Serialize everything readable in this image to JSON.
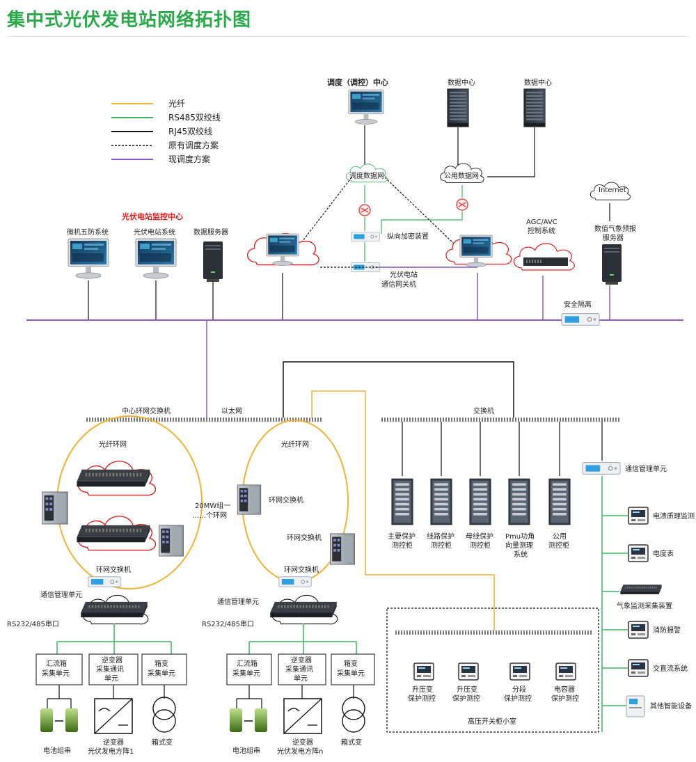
{
  "title": "集中式光伏发电站网络拓扑图",
  "legend": [
    {
      "label": "光纤",
      "color": "#f2b233",
      "style": "solid"
    },
    {
      "label": "RS485双绞线",
      "color": "#3db561",
      "style": "solid"
    },
    {
      "label": "RJ45双绞线",
      "color": "#111111",
      "style": "solid"
    },
    {
      "label": "原有调度方案",
      "color": "#111111",
      "style": "dashed"
    },
    {
      "label": "现调度方案",
      "color": "#8a5cc4",
      "style": "solid"
    }
  ],
  "top": {
    "dispatch_center": "调度（调控）中心",
    "data_center_1": "数据中心",
    "data_center_2": "数据中心",
    "dispatch_network": "调度数据网",
    "public_network": "公用数据网",
    "internet": "Internet",
    "encryption_device": "纵向加密装置",
    "gateway_line1": "光伏电站",
    "gateway_line2": "通信网关机",
    "agc_line1": "AGC/AVC",
    "agc_line2": "控制系统",
    "weather_line1": "数值气象预报",
    "weather_line2": "服务器",
    "security_isolation": "安全隔离"
  },
  "monitor_center": {
    "title": "光伏电站监控中心",
    "micro_system": "微机五防系统",
    "pv_system": "光伏电站系统",
    "data_server": "数据服务器"
  },
  "switches": {
    "center_ring_switch": "中心环网交换机",
    "ethernet": "以太网",
    "switch": "交换机"
  },
  "left_ring": {
    "fiber_ring": "光纤环网",
    "ring_switch": "环网交换机",
    "comm_unit": "通信管理单元",
    "serial_port": "RS232/485串口",
    "note_line1": "20MW组一",
    "note_line2": "……个环网"
  },
  "mid_ring": {
    "fiber_ring": "光纤环网",
    "ring_switch_a": "环网交换机",
    "ring_switch_b": "环网交换机",
    "ring_switch_c": "环网交换机",
    "comm_unit": "通信管理单元",
    "serial_port": "RS232/485串口"
  },
  "left_units": {
    "combiner_1": "汇流箱",
    "combiner_2": "采集单元",
    "inverter_1": "逆变器",
    "inverter_2": "采集通讯",
    "inverter_3": "单元",
    "box_1": "箱变",
    "box_2": "采集单元",
    "battery": "电池组串",
    "inverter_label_1": "逆变器",
    "inverter_label_2": "光伏发电方阵1",
    "box_transformer": "箱式变"
  },
  "mid_units": {
    "combiner_1": "汇流箱",
    "combiner_2": "采集单元",
    "inverter_1": "逆变器",
    "inverter_2": "采集通讯",
    "inverter_3": "单元",
    "box_1": "箱变",
    "box_2": "采集单元",
    "battery": "电池组串",
    "inverter_label_1": "逆变器",
    "inverter_label_2": "光伏发电方阵n",
    "box_transformer": "箱式变"
  },
  "cabinets": [
    {
      "line1": "主要保护",
      "line2": "测控柜",
      "line3": ""
    },
    {
      "line1": "线路保护",
      "line2": "测控柜",
      "line3": ""
    },
    {
      "line1": "母线保护",
      "line2": "测控柜",
      "line3": ""
    },
    {
      "line1": "Pmu功角",
      "line2": "向量测理",
      "line3": "系统"
    },
    {
      "line1": "公用",
      "line2": "测控柜",
      "line3": ""
    }
  ],
  "hv_room": {
    "title": "高压开关柜小室",
    "devices": [
      {
        "line1": "升压变",
        "line2": "保护测控"
      },
      {
        "line1": "升压变",
        "line2": "保护测控"
      },
      {
        "line1": "分段",
        "line2": "保护测控"
      },
      {
        "line1": "电容器",
        "line2": "保护测控"
      }
    ]
  },
  "right_column": {
    "comm_unit": "通信管理单元",
    "devices": [
      "电渍质理监测",
      "电度表",
      "气象监测采集装置",
      "消防报警",
      "交直流系统",
      "其他智能设备"
    ]
  }
}
